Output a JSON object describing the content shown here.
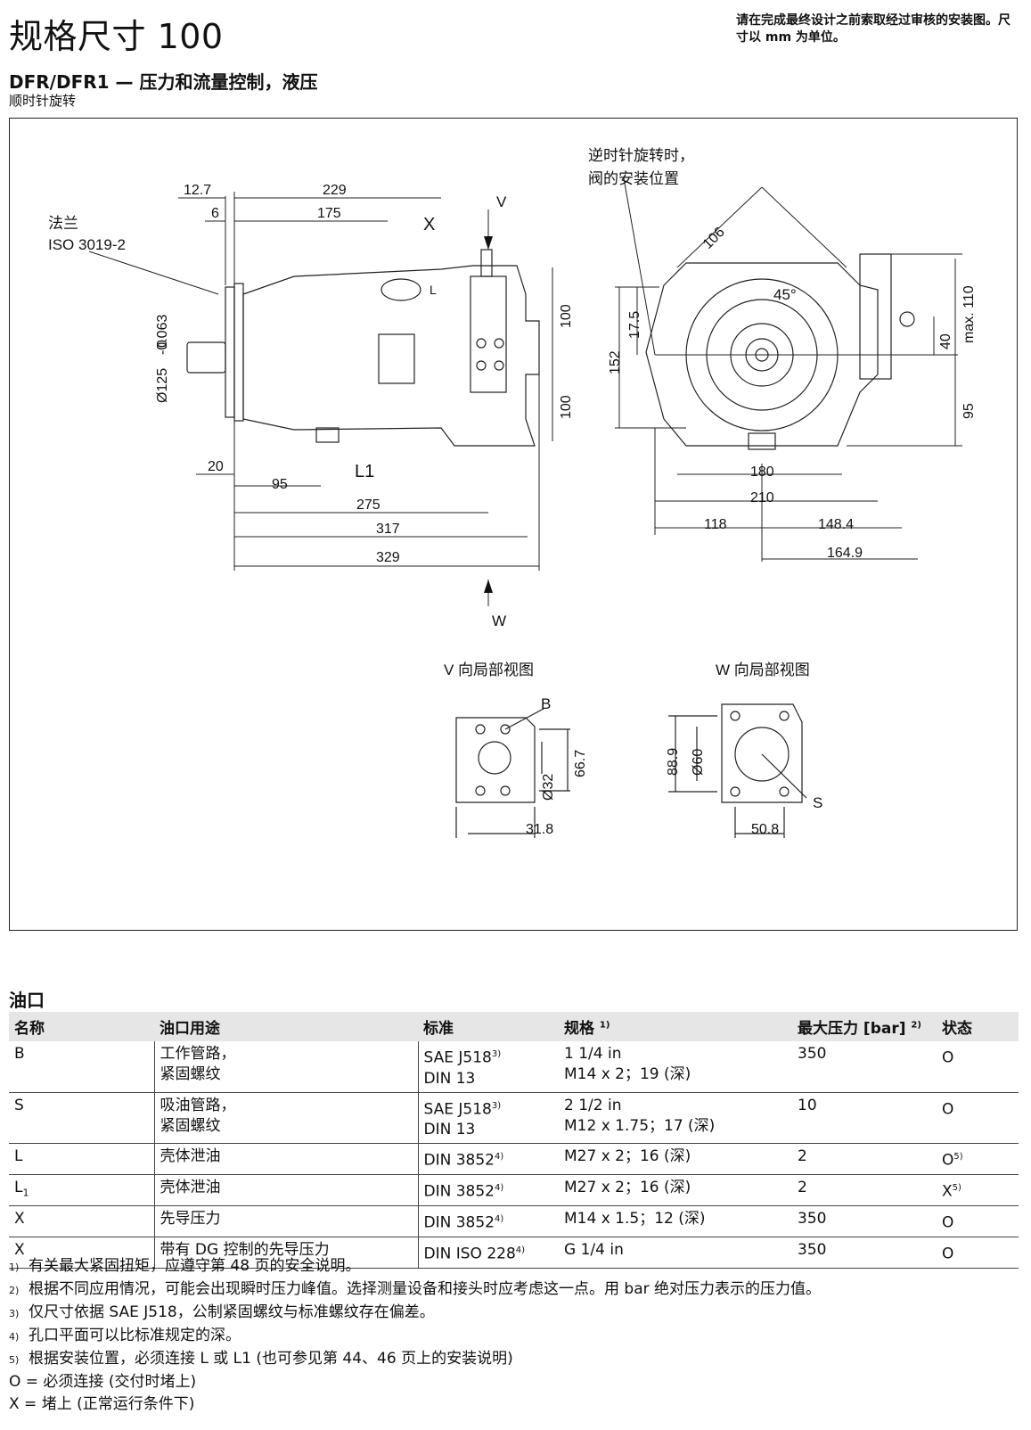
{
  "header": {
    "title": "规格尺寸 100",
    "note": "请在完成最终设计之前索取经过审核的安装图。尺寸以 mm 为单位。",
    "subtitle": "DFR/DFR1 — 压力和流量控制，液压",
    "rotation": "顺时针旋转"
  },
  "drawing": {
    "labels": {
      "flange": "法兰",
      "flange_std": "ISO 3019-2",
      "ccw_note_1": "逆时针旋转时，",
      "ccw_note_2": "阀的安装位置",
      "view_v": "V",
      "view_w": "W",
      "port_x": "X",
      "port_l": "L",
      "port_l1": "L1",
      "angle": "45°",
      "view_v_title": "V 向局部视图",
      "view_w_title": "W 向局部视图",
      "port_b": "B",
      "port_s": "S"
    },
    "dimensions": {
      "d12_7": "12.7",
      "d229": "229",
      "d6": "6",
      "d175": "175",
      "tol_0": "0",
      "tol_neg": "-0.063",
      "d125": "Ø125",
      "d20": "20",
      "d95": "95",
      "d275": "275",
      "d317": "317",
      "d329": "329",
      "d100a": "100",
      "d100b": "100",
      "d106": "106",
      "d17_5": "17.5",
      "d152": "152",
      "d180": "180",
      "d210": "210",
      "d118": "118",
      "d148_4": "148.4",
      "d164_9": "164.9",
      "dmax110": "max. 110",
      "d40": "40",
      "d95r": "95",
      "d66_7": "66.7",
      "d32": "Ø32",
      "d31_8": "31.8",
      "d88_9": "88.9",
      "d60": "Ø60",
      "d50_8": "50.8"
    }
  },
  "ports": {
    "heading": "油口",
    "columns": [
      "名称",
      "油口用途",
      "标准",
      "规格",
      "最大压力 [bar]",
      "状态"
    ],
    "col_notes": {
      "spec": "1)",
      "pressure": "2)"
    },
    "rows": [
      {
        "name": "B",
        "use1": "工作管路，",
        "use2": "紧固螺纹",
        "std1": "SAE J518",
        "std1_note": "3)",
        "std2": "DIN 13",
        "spec1": "1 1/4 in",
        "spec2": "M14 x 2；19 (深)",
        "pressure": "350",
        "state": "O",
        "state_note": ""
      },
      {
        "name": "S",
        "use1": "吸油管路，",
        "use2": "紧固螺纹",
        "std1": "SAE J518",
        "std1_note": "3)",
        "std2": "DIN 13",
        "spec1": "2 1/2 in",
        "spec2": "M12 x 1.75；17 (深)",
        "pressure": "10",
        "state": "O",
        "state_note": ""
      },
      {
        "name": "L",
        "use1": "壳体泄油",
        "use2": "",
        "std1": "DIN 3852",
        "std1_note": "4)",
        "std2": "",
        "spec1": "M27 x 2；16 (深)",
        "spec2": "",
        "pressure": "2",
        "state": "O",
        "state_note": "5)"
      },
      {
        "name": "L1",
        "use1": "壳体泄油",
        "use2": "",
        "std1": "DIN 3852",
        "std1_note": "4)",
        "std2": "",
        "spec1": "M27 x 2；16 (深)",
        "spec2": "",
        "pressure": "2",
        "state": "X",
        "state_note": "5)"
      },
      {
        "name": "X",
        "use1": "先导压力",
        "use2": "",
        "std1": "DIN 3852",
        "std1_note": "4)",
        "std2": "",
        "spec1": "M14 x 1.5；12 (深)",
        "spec2": "",
        "pressure": "350",
        "state": "O",
        "state_note": ""
      },
      {
        "name": "X",
        "use1": "带有 DG 控制的先导压力",
        "use2": "",
        "std1": "DIN ISO 228",
        "std1_note": "4)",
        "std2": "",
        "spec1": "G 1/4 in",
        "spec2": "",
        "pressure": "350",
        "state": "O",
        "state_note": ""
      }
    ]
  },
  "footnotes": [
    {
      "num": "1)",
      "text": "有关最大紧固扭矩，应遵守第 48 页的安全说明。"
    },
    {
      "num": "2)",
      "text": "根据不同应用情况，可能会出现瞬时压力峰值。选择测量设备和接头时应考虑这一点。用 bar 绝对压力表示的压力值。"
    },
    {
      "num": "3)",
      "text": "仅尺寸依据 SAE J518，公制紧固螺纹与标准螺纹存在偏差。"
    },
    {
      "num": "4)",
      "text": "孔口平面可以比标准规定的深。"
    },
    {
      "num": "5)",
      "text": "根据安装位置，必须连接 L 或 L1 (也可参见第 44、46 页上的安装说明)"
    },
    {
      "num": "",
      "text": "O = 必须连接 (交付时堵上)"
    },
    {
      "num": "",
      "text": "X = 堵上 (正常运行条件下)"
    }
  ]
}
